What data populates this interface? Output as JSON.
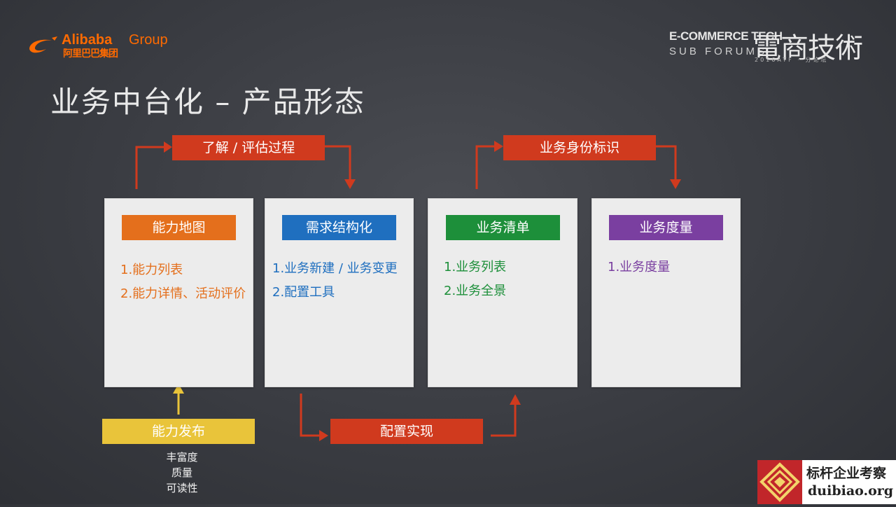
{
  "logo": {
    "brand": "Alibaba",
    "group": "Group",
    "cn": "阿里巴巴集团"
  },
  "forum": {
    "line1": "E-COMMERCE TECH",
    "line2": "SUB FORUMS",
    "cn": "電商技術",
    "sub": "2016ATF · 分论坛"
  },
  "title": "业务中台化 – 产品形态",
  "cards": [
    {
      "tag": "能力地图",
      "color": "#e46f1c",
      "items": [
        "1.能力列表",
        "2.能力详情、活动评价"
      ]
    },
    {
      "tag": "需求结构化",
      "color": "#1f6fbf",
      "items": [
        "1.业务新建 / 业务变更",
        "2.配置工具"
      ]
    },
    {
      "tag": "业务清单",
      "color": "#1d8f3a",
      "items": [
        "1.业务列表",
        "2.业务全景"
      ]
    },
    {
      "tag": "业务度量",
      "color": "#7a3fa0",
      "items": [
        "1.业务度量"
      ]
    }
  ],
  "flow_labels": {
    "evaluate": "了解 / 评估过程",
    "identity": "业务身份标识",
    "config": "配置实现",
    "publish": "能力发布"
  },
  "publish_notes": [
    "丰富度",
    "质量",
    "可读性"
  ],
  "colors": {
    "red": "#d03a1e",
    "yellow": "#e9c43a",
    "arrow_red": "#d03a1e"
  },
  "watermark": {
    "title": "标杆企业考察",
    "site": "duibiao.org"
  }
}
